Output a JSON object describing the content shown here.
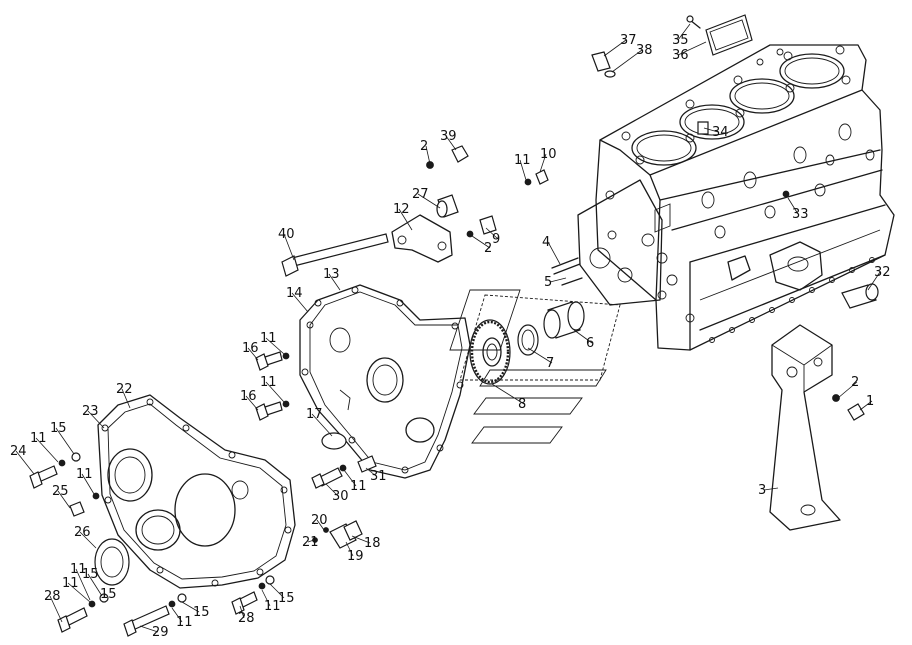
{
  "callouts": [
    "1",
    "2",
    "2",
    "2",
    "3",
    "4",
    "5",
    "6",
    "7",
    "8",
    "9",
    "10",
    "11",
    "11",
    "11",
    "11",
    "11",
    "11",
    "11",
    "11",
    "11",
    "11",
    "12",
    "13",
    "14",
    "15",
    "15",
    "15",
    "15",
    "15",
    "16",
    "16",
    "17",
    "18",
    "19",
    "20",
    "21",
    "22",
    "23",
    "24",
    "25",
    "26",
    "27",
    "28",
    "28",
    "29",
    "30",
    "31",
    "32",
    "33",
    "34",
    "35",
    "36",
    "37",
    "38",
    "39",
    "40"
  ]
}
